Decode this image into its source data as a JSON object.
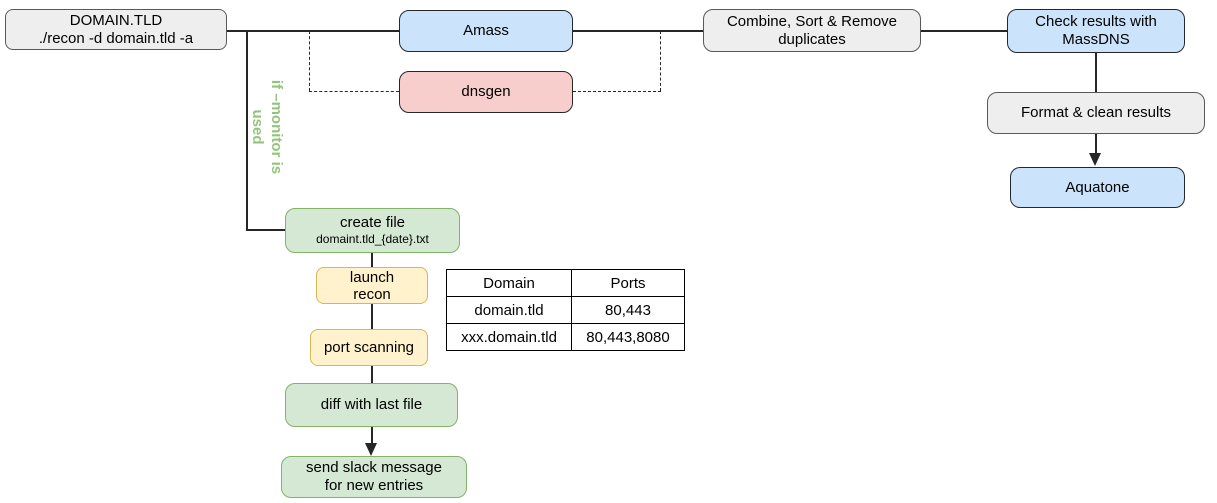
{
  "colors": {
    "grey_fill": "#eeeeee",
    "grey_border": "#595959",
    "blue_fill": "#cce4fb",
    "blue_border": "#23282e",
    "pink_fill": "#f8cecc",
    "pink_border": "#2b2626",
    "green_fill": "#d5e8d4",
    "green_border": "#82b366",
    "yellow_fill": "#fff2cc",
    "yellow_border": "#d6b656",
    "annotation_green": "#93c47d",
    "line_color": "#262626"
  },
  "nodes": {
    "start": {
      "line1": "DOMAIN.TLD",
      "line2": "./recon -d domain.tld -a"
    },
    "amass": {
      "label": "Amass"
    },
    "dnsgen": {
      "label": "dnsgen"
    },
    "combine": {
      "line1": "Combine, Sort & Remove",
      "line2": "duplicates"
    },
    "massdns": {
      "line1": "Check results with",
      "line2": "MassDNS"
    },
    "format": {
      "label": "Format & clean results"
    },
    "aquatone": {
      "label": "Aquatone"
    },
    "create_file": {
      "line1": "create file",
      "line2": "domaint.tld_{date}.txt"
    },
    "launch_recon": {
      "line1": "launch",
      "line2": "recon"
    },
    "port_scanning": {
      "label": "port scanning"
    },
    "diff": {
      "label": "diff with last file"
    },
    "slack": {
      "line1": "send slack message",
      "line2": "for new entries"
    }
  },
  "annotation": {
    "monitor_note": "if –monitor is used"
  },
  "table": {
    "headers": [
      "Domain",
      "Ports"
    ],
    "rows": [
      [
        "domain.tld",
        "80,443"
      ],
      [
        "xxx.domain.tld",
        "80,443,8080"
      ]
    ]
  }
}
